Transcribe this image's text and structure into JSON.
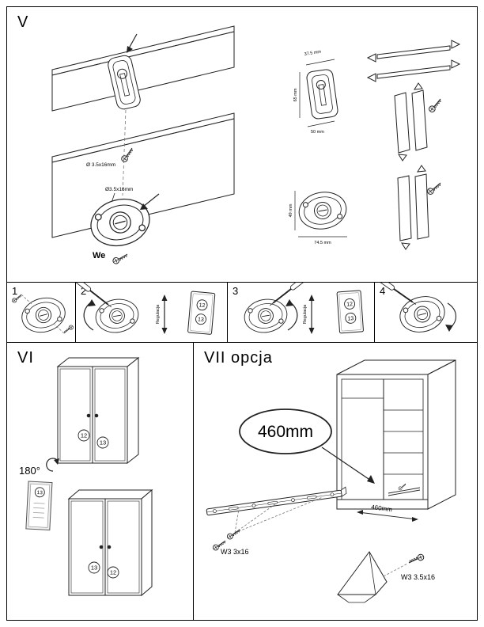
{
  "sections": {
    "v": {
      "label": "V"
    },
    "vi": {
      "label": "VI"
    },
    "vii": {
      "label": "VII opcja"
    }
  },
  "section_v": {
    "drill_screw_label": "Ø 3.5x16mm",
    "pilot_hole_label": "Ø3.5x16mm",
    "screw_code": "We",
    "bracket_detail": {
      "dim_top": "37.5 mm",
      "dim_left": "65 mm",
      "dim_bottom": "50 mm"
    },
    "cam_detail": {
      "dim_left": "49 mm",
      "dim_bottom": "74.5 mm"
    }
  },
  "steps": {
    "step1": {
      "number": "1"
    },
    "step2": {
      "number": "2",
      "adjust_label": "Regulacja",
      "card_badges": [
        "12",
        "13"
      ]
    },
    "step3": {
      "number": "3",
      "adjust_label": "Regulacja",
      "card_badges": [
        "12",
        "13"
      ]
    },
    "step4": {
      "number": "4"
    }
  },
  "section_vi": {
    "rotation_label": "180°",
    "card_badge": "13",
    "top_wardrobe": {
      "left_door_badge": "12",
      "right_door_badge": "13"
    },
    "bottom_wardrobe": {
      "left_door_badge": "13",
      "right_door_badge": "12"
    }
  },
  "section_vii": {
    "callout_label": "460mm",
    "width_dim_label": "460mm",
    "rail_screws_label": "W3 3x16",
    "bracket_screw_label": "W3 3.5x16"
  }
}
